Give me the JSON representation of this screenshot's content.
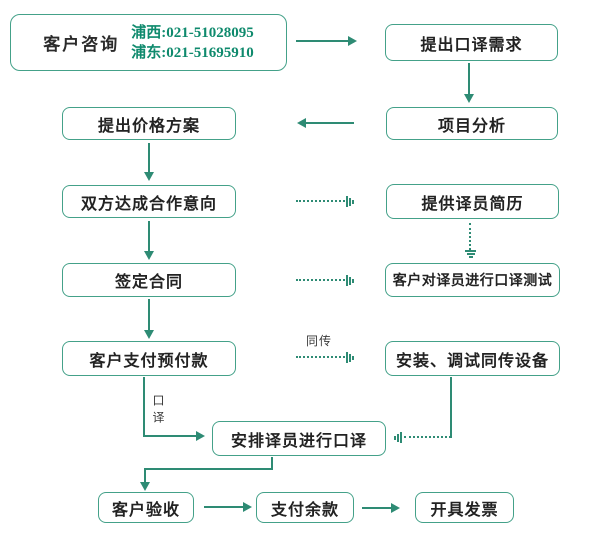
{
  "colors": {
    "accent": "#2e8b74",
    "node_border": "#44a189",
    "phone_text": "#0f8a6d"
  },
  "nodes": {
    "consult": {
      "label": "客户咨询",
      "phones": [
        "浦西:021-51028095",
        "浦东:021-51695910"
      ]
    },
    "request": {
      "label": "提出口译需求"
    },
    "analysis": {
      "label": "项目分析"
    },
    "price": {
      "label": "提出价格方案"
    },
    "agreement": {
      "label": "双方达成合作意向"
    },
    "resume": {
      "label": "提供译员简历"
    },
    "contract": {
      "label": "签定合同"
    },
    "test": {
      "label": "客户对译员进行口译测试"
    },
    "prepay": {
      "label": "客户支付预付款"
    },
    "equipment": {
      "label": "安装、调试同传设备"
    },
    "arrange": {
      "label": "安排译员进行口译"
    },
    "acceptance": {
      "label": "客户验收"
    },
    "balance": {
      "label": "支付余款"
    },
    "invoice": {
      "label": "开具发票"
    }
  },
  "edge_labels": {
    "simultaneous": "同传",
    "interpretation": "口译"
  }
}
